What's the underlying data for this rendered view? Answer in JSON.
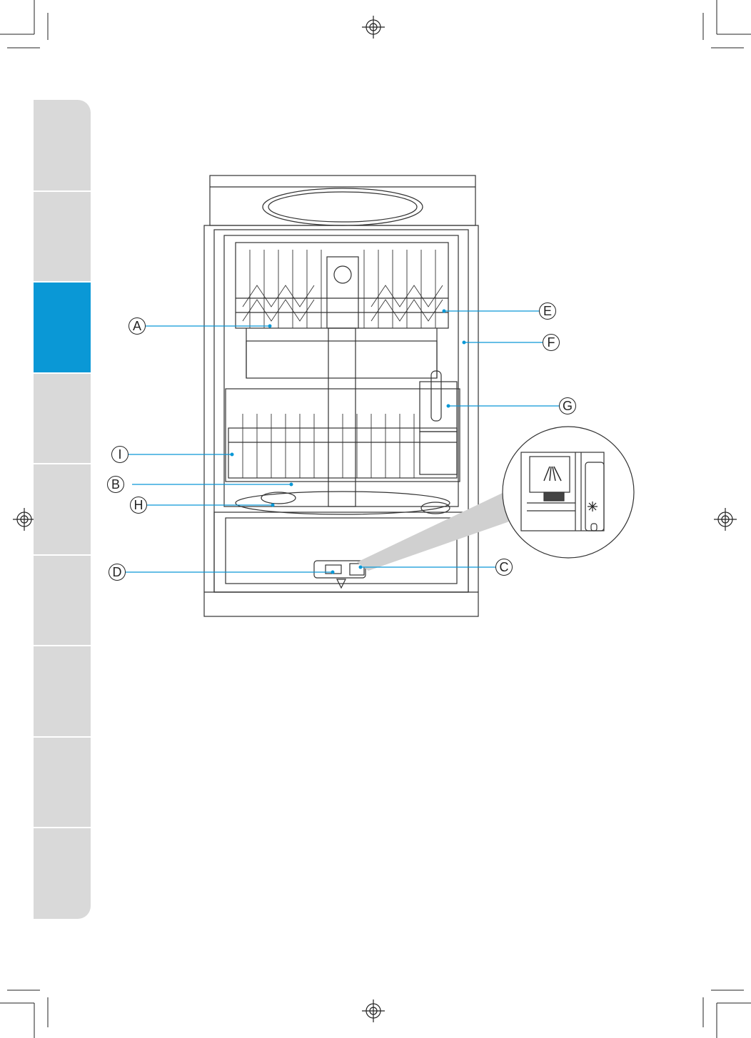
{
  "page": {
    "accent_color": "#0a98d6",
    "tab_color": "#d9d9d9",
    "registration_mark_icon": "registration-crosshair-icon"
  },
  "side_tabs": [
    {
      "active": false
    },
    {
      "active": false
    },
    {
      "active": true
    },
    {
      "active": false
    },
    {
      "active": false
    },
    {
      "active": false
    },
    {
      "active": false
    },
    {
      "active": false
    },
    {
      "active": false
    }
  ],
  "diagram": {
    "subject": "dishwasher-front-view",
    "callouts": [
      {
        "letter": "A"
      },
      {
        "letter": "B"
      },
      {
        "letter": "C"
      },
      {
        "letter": "D"
      },
      {
        "letter": "E"
      },
      {
        "letter": "F"
      },
      {
        "letter": "G"
      },
      {
        "letter": "H"
      },
      {
        "letter": "I"
      }
    ],
    "leader_color": "#0a98d6",
    "detail_icons": [
      "detergent-spray-icon",
      "rinse-aid-sun-icon"
    ]
  }
}
